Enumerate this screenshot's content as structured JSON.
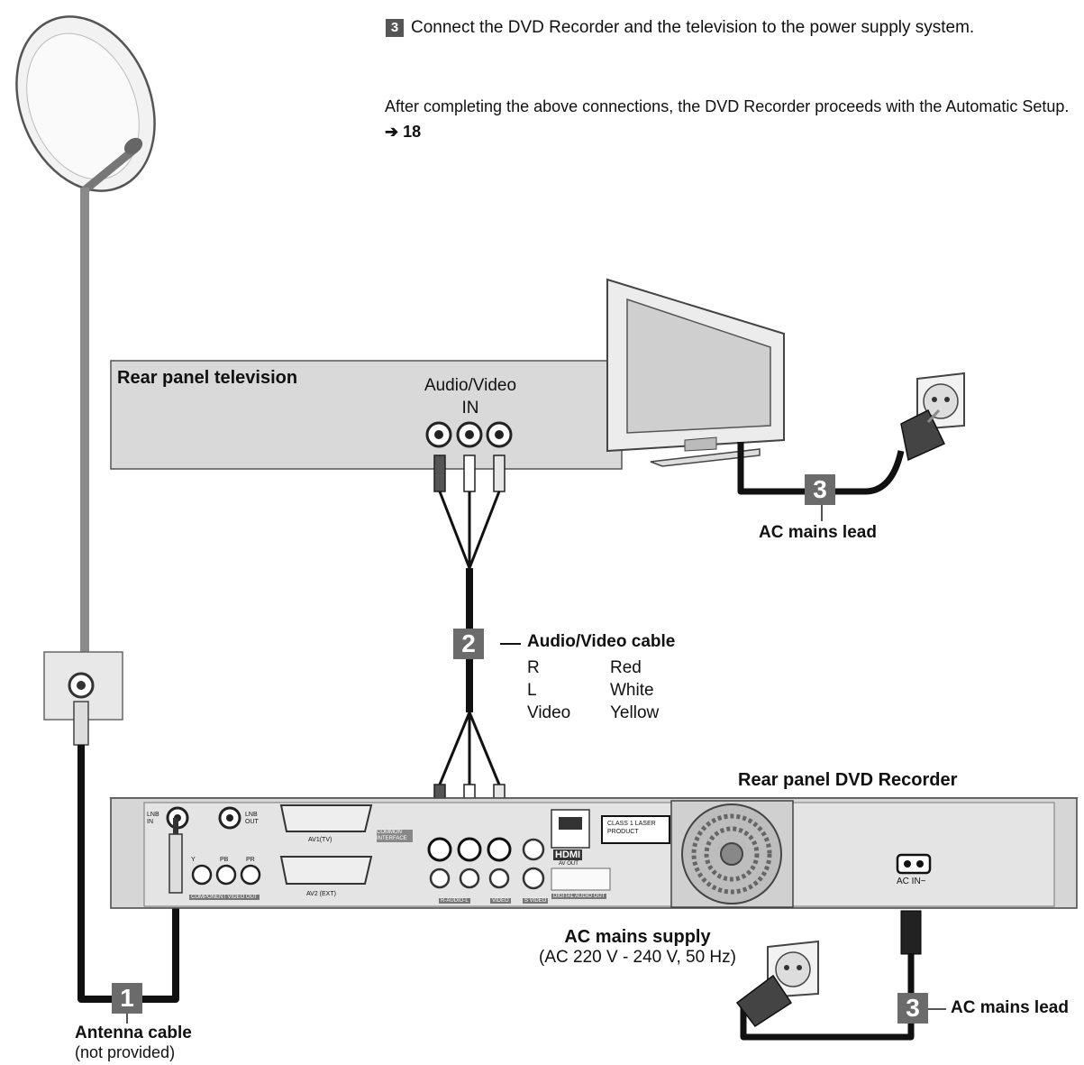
{
  "instructions": {
    "step_number": "3",
    "step_text": "Connect the DVD Recorder and the television to the power supply system.",
    "after_text": "After completing the above connections, the DVD Recorder proceeds with the Automatic Setup.",
    "after_ref": "➔ 18"
  },
  "tv_panel": {
    "title": "Rear panel television",
    "av_in_line1": "Audio/Video",
    "av_in_line2": "IN"
  },
  "dvd_panel": {
    "title": "Rear panel DVD Recorder",
    "ac_in": "AC IN~",
    "ports": {
      "lnb_in": "LNB IN",
      "lnb_out": "LNB OUT",
      "av1": "AV1(TV)",
      "av2": "AV2 (EXT)",
      "common_interface": "COMMON INTERFACE",
      "component": "COMPONENT VIDEO OUT",
      "hdmi": "HDMI",
      "hdmi_sub": "AV OUT",
      "class1": "CLASS 1 LASER PRODUCT",
      "digital": "DIGITAL AUDIO OUT",
      "audio": "R-AUDIO-L",
      "video": "VIDEO",
      "svideo": "S VIDEO",
      "y": "Y",
      "pb": "PB",
      "pr": "PR"
    }
  },
  "callouts": {
    "step1": "1",
    "step2": "2",
    "step3a": "3",
    "step3b": "3",
    "antenna_cable": "Antenna cable",
    "antenna_note": "(not provided)",
    "av_cable": "Audio/Video cable",
    "ac_mains_lead_top": "AC mains lead",
    "ac_mains_lead_bottom": "AC mains lead",
    "ac_supply": "AC mains supply",
    "ac_supply_spec": "(AC 220 V - 240 V, 50 Hz)"
  },
  "cable_colors": [
    {
      "code": "R",
      "color": "Red"
    },
    {
      "code": "L",
      "color": "White"
    },
    {
      "code": "Video",
      "color": "Yellow"
    }
  ]
}
